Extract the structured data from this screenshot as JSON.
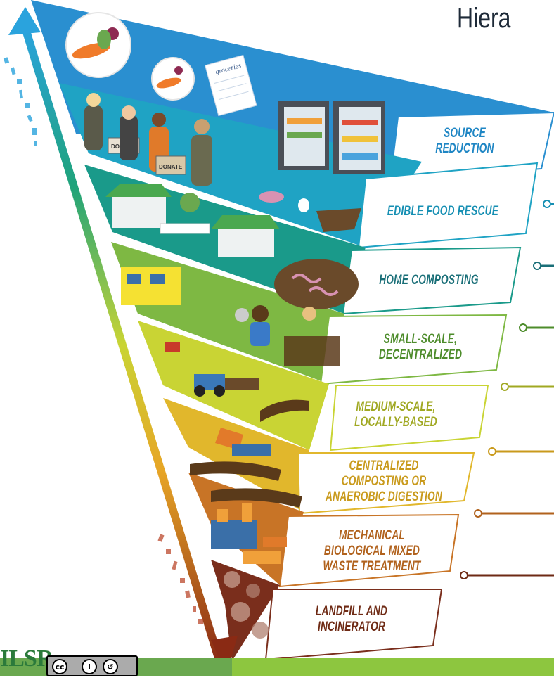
{
  "title": "Hiera",
  "tiers": [
    {
      "label": "SOURCE REDUCTION",
      "color": "#2a8fd0",
      "text_color": "#1f86c4"
    },
    {
      "label": "EDIBLE FOOD RESCUE",
      "color": "#1fa3c4",
      "text_color": "#168fb3"
    },
    {
      "label": "HOME COMPOSTING",
      "color": "#1a9a8a",
      "text_color": "#1a6f78"
    },
    {
      "label": "SMALL-SCALE, DECENTRALIZED",
      "color": "#7eb843",
      "text_color": "#4d8c2b"
    },
    {
      "label": "MEDIUM-SCALE, LOCALLY-BASED",
      "color": "#c9d434",
      "text_color": "#a0a822"
    },
    {
      "label": "CENTRALIZED COMPOSTING OR ANAEROBIC DIGESTION",
      "color": "#e1b72c",
      "text_color": "#c99a1c"
    },
    {
      "label": "MECHANICAL BIOLOGICAL MIXED WASTE TREATMENT",
      "color": "#c87426",
      "text_color": "#b1621d"
    },
    {
      "label": "LANDFILL AND INCINERATOR",
      "color": "#7a2e1c",
      "text_color": "#6e2a14"
    }
  ],
  "illustration_text": {
    "donate_1": "DONATE",
    "donate_2": "DONATE",
    "groceries": "groceries"
  },
  "footer": {
    "logo": "ILSR",
    "cc_badge": [
      "cc",
      "i",
      "↺"
    ]
  }
}
